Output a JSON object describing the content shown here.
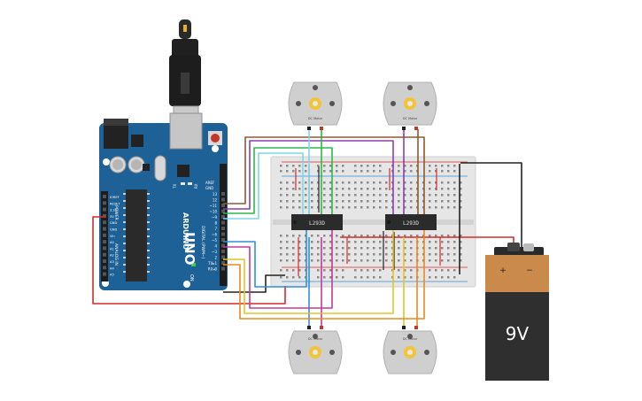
{
  "arduino": {
    "brand": "ARDUINO",
    "model": "UNO",
    "power_header": "POWER",
    "analog_header": "ANALOG IN",
    "digital_header": "DIGITAL (PWM~)",
    "on_label": "ON",
    "tx_label": "TX",
    "rx_label": "RX",
    "aref": "AREF",
    "gnd": "GND",
    "pins_right": [
      "13",
      "12",
      "~11",
      "~10",
      "~9",
      "8",
      "7",
      "~6",
      "~5",
      "4",
      "~3",
      "2",
      "TX▸1",
      "RX◂0"
    ],
    "pins_left": [
      "IOREF",
      "RESET",
      "3.3V",
      "5V",
      "GND",
      "GND",
      "Vin",
      "A0",
      "A1",
      "A2",
      "A3",
      "A4",
      "A5"
    ]
  },
  "breadboard": {
    "chip_left": "L293D",
    "chip_right": "L293D"
  },
  "motors": [
    {
      "id": "motor-top-left",
      "label": "DC Motor"
    },
    {
      "id": "motor-top-right",
      "label": "DC Motor"
    },
    {
      "id": "motor-bottom-left",
      "label": "DC Motor"
    },
    {
      "id": "motor-bottom-right",
      "label": "DC Motor"
    }
  ],
  "battery": {
    "label": "9V",
    "plus": "+",
    "minus": "−"
  },
  "colors": {
    "arduino_blue": "#1d6196",
    "breadboard": "#e6e6e6",
    "chip": "#2b2b2b",
    "battery_top": "#c98a4b",
    "battery_body": "#2f2f2f",
    "wire_red": "#d62a2a",
    "wire_black": "#222222",
    "wire_blue": "#2f8fd8",
    "wire_cyan": "#7fd6e6",
    "wire_green": "#2fb84a",
    "wire_purple": "#8a3fb0",
    "wire_brown": "#8c5a33",
    "wire_magenta": "#c23a9a",
    "wire_yellow": "#e6c229",
    "wire_orange": "#e88a1a"
  }
}
